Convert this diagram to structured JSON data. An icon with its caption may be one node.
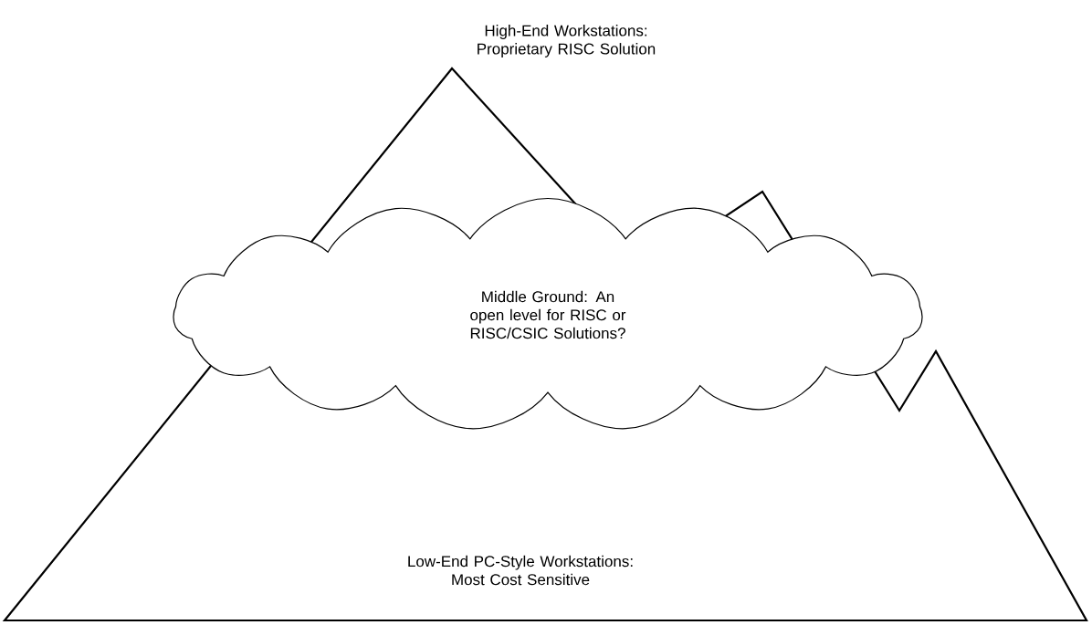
{
  "diagram": {
    "nodes": [
      {
        "text": [
          "Middle Ground: An open level for RISC or RISC/CSIC Solutions?"
        ]
      }
    ],
    "labels": [
      "High-End Workstations: Proprietary RISC Solution",
      "Low-End PC-Style Workstations: Most Cost Sensitive"
    ]
  }
}
